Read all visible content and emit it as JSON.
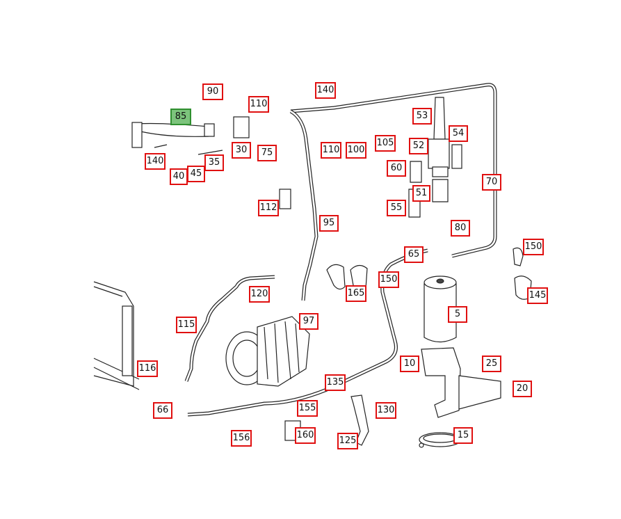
{
  "diagram": {
    "selected_part": "85",
    "callouts": [
      "90",
      "110",
      "140",
      "85",
      "140",
      "40",
      "45",
      "35",
      "30",
      "75",
      "110",
      "100",
      "105",
      "53",
      "52",
      "54",
      "60",
      "51",
      "55",
      "70",
      "112",
      "95",
      "80",
      "65",
      "150",
      "150",
      "145",
      "120",
      "165",
      "5",
      "97",
      "115",
      "10",
      "25",
      "116",
      "135",
      "20",
      "66",
      "155",
      "130",
      "156",
      "160",
      "125",
      "15"
    ]
  }
}
